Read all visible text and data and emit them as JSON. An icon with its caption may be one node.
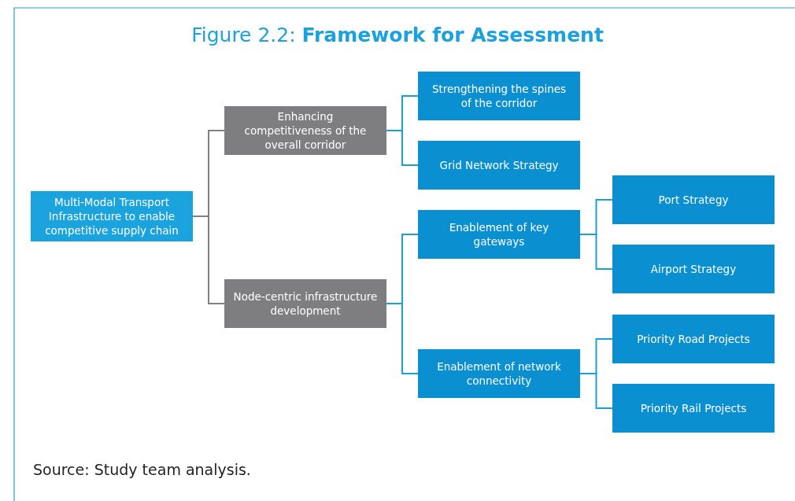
{
  "diagram": {
    "title": "Figure 2.2:  **Framework for Assessment**",
    "caption": "Source:  Study team analysis.",
    "nodes": [
      {
        "text": [
          "Multi-Modal Transport Infrastructure to enable competitive supply chain"
        ]
      },
      {
        "text": [
          "Enhancing competitiveness of the overall corridor"
        ]
      },
      {
        "text": [
          "Strengthening the spines of the corridor"
        ]
      },
      {
        "text": [
          "Grid Network Strategy"
        ]
      },
      {
        "text": [
          "Node-centric infrastructure development"
        ]
      },
      {
        "text": [
          "Enablement of key gateways"
        ]
      },
      {
        "text": [
          "Port Strategy"
        ]
      },
      {
        "text": [
          "Airport Strategy"
        ]
      },
      {
        "text": [
          "Enablement of network connectivity"
        ]
      },
      {
        "text": [
          "Priority Road Projects"
        ]
      },
      {
        "text": [
          "Priority Rail Projects"
        ]
      }
    ],
    "edges": [
      {
        "from": 0,
        "to": 1,
        "arrow": "none",
        "color": "#808082"
      },
      {
        "from": 0,
        "to": 4,
        "arrow": "none",
        "color": "#808082"
      },
      {
        "from": 1,
        "to": 2,
        "arrow": "none"
      },
      {
        "from": 1,
        "to": 3,
        "arrow": "none"
      },
      {
        "from": 4,
        "to": 5,
        "arrow": "none"
      },
      {
        "from": 4,
        "to": 8,
        "arrow": "none"
      },
      {
        "from": 5,
        "to": 6,
        "arrow": "none"
      },
      {
        "from": 5,
        "to": 7,
        "arrow": "none"
      },
      {
        "from": 8,
        "to": 9,
        "arrow": "none"
      },
      {
        "from": 8,
        "to": 10,
        "arrow": "none"
      }
    ]
  }
}
